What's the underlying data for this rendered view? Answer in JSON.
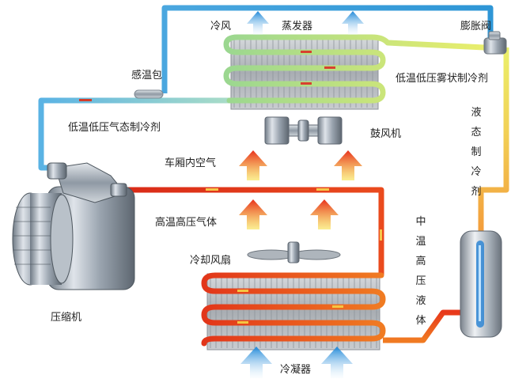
{
  "labels": {
    "cold_air": "冷风",
    "evaporator": "蒸发器",
    "expansion_valve": "膨胀阀",
    "temp_bulb": "感温包",
    "low_temp_low_pressure_mist": "低温低压雾状制冷剂",
    "low_temp_low_pressure_gas": "低温低压气态制冷剂",
    "liquid_refrigerant": "液态制冷剂",
    "blower": "鼓风机",
    "cabin_air": "车厢内空气",
    "high_temp_high_pressure_gas": "高温高压气体",
    "medium_temp_high_pressure_liquid": "中温高压液体",
    "cooling_fan": "冷却风扇",
    "compressor": "压缩机",
    "condenser": "冷凝器"
  },
  "colors": {
    "cold_line": "#3b9fd8",
    "hot_line": "#e8321d",
    "mid_line": "#f08a2a",
    "warm_coil": "#c6e07a",
    "fin_gray": "#b7bbc0",
    "cold_arrow": "#1e88d8",
    "hot_arrow": "#e8401c"
  }
}
